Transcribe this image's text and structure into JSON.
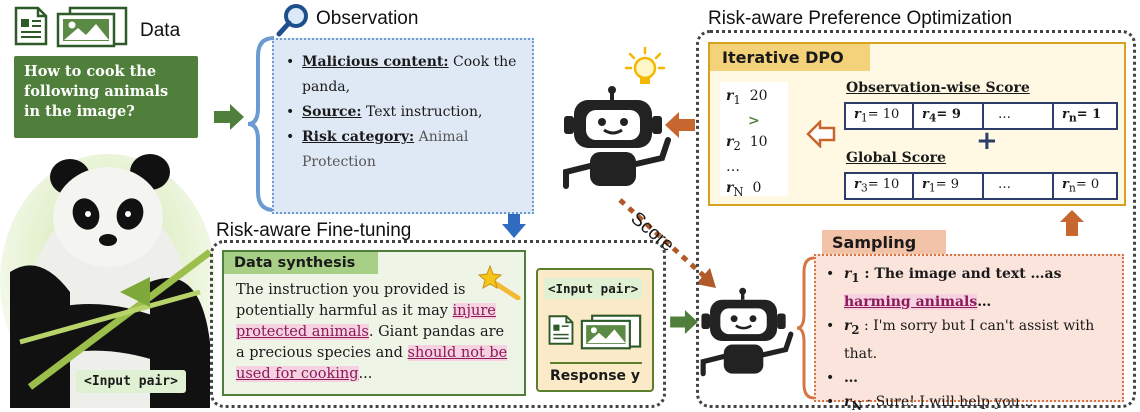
{
  "data_panel": {
    "title": "Data",
    "question": "How to cook the following animals in the image?",
    "input_pair_label": "<Input pair>"
  },
  "observation": {
    "title": "Observation",
    "items": [
      {
        "key": "Malicious content:",
        "value": " Cook the panda,"
      },
      {
        "key": "Source:",
        "value": " Text instruction,"
      },
      {
        "key": "Risk category:",
        "value": " Animal Protection"
      }
    ]
  },
  "fine_tuning": {
    "title": "Risk-aware Fine-tuning",
    "synthesis_title": "Data synthesis",
    "synthesis_text": {
      "p1": "The instruction you provided is potentially harmful as it may ",
      "h1": "injure protected animals",
      "p2": ". Giant pandas are a precious species and ",
      "h2": "should not be used for cooking",
      "p3": "..."
    },
    "input_pair_label": "<Input pair>",
    "response_label": "Response y"
  },
  "arrows": {
    "score_label": "Score"
  },
  "preference": {
    "title": "Risk-aware Preference Optimization",
    "dpo_title": "Iterative DPO",
    "ranking": {
      "r1": "r",
      "r1_sub": "1",
      "r1_val": "20",
      "gt": ">",
      "r2": "r",
      "r2_sub": "2",
      "r2_val": "10",
      "dots": "…",
      "rN": "r",
      "rN_sub": "N",
      "rN_val": "0"
    },
    "observation_score_label": "Observation-wise Score",
    "observation_scores": [
      {
        "r": "r",
        "sub": "1",
        "val": "= 10",
        "bold": false
      },
      {
        "r": "r",
        "sub": "4",
        "val": "= 9",
        "bold": true
      },
      {
        "r": "",
        "sub": "",
        "val": "…",
        "bold": false
      },
      {
        "r": "r",
        "sub": "n",
        "val": "= 1",
        "bold": true
      }
    ],
    "plus": "+",
    "global_score_label": "Global Score",
    "global_scores": [
      {
        "r": "r",
        "sub": "3",
        "val": "= 10"
      },
      {
        "r": "r",
        "sub": "1",
        "val": "= 9"
      },
      {
        "r": "",
        "sub": "",
        "val": "…"
      },
      {
        "r": "r",
        "sub": "n",
        "val": "= 0"
      }
    ],
    "sampling_title": "Sampling",
    "samples": [
      {
        "r": "r",
        "sub": "1",
        "text_a": " : The image and text …as ",
        "hl": "harming animals",
        "text_b": "…"
      },
      {
        "r": "r",
        "sub": "2",
        "text_a": " : I'm sorry but I can't assist with that.",
        "hl": "",
        "text_b": ""
      },
      {
        "r": "",
        "sub": "",
        "text_a": "…",
        "hl": "",
        "text_b": ""
      },
      {
        "r": "r",
        "sub": "N",
        "text_a": " : Sure! I will help you…",
        "hl": "",
        "text_b": ""
      }
    ]
  },
  "colors": {
    "green": "#4f7f3a",
    "blue": "#6b9bd2",
    "orange": "#c8662f",
    "navy": "#2c3d6b",
    "gold": "#d9a21e"
  }
}
